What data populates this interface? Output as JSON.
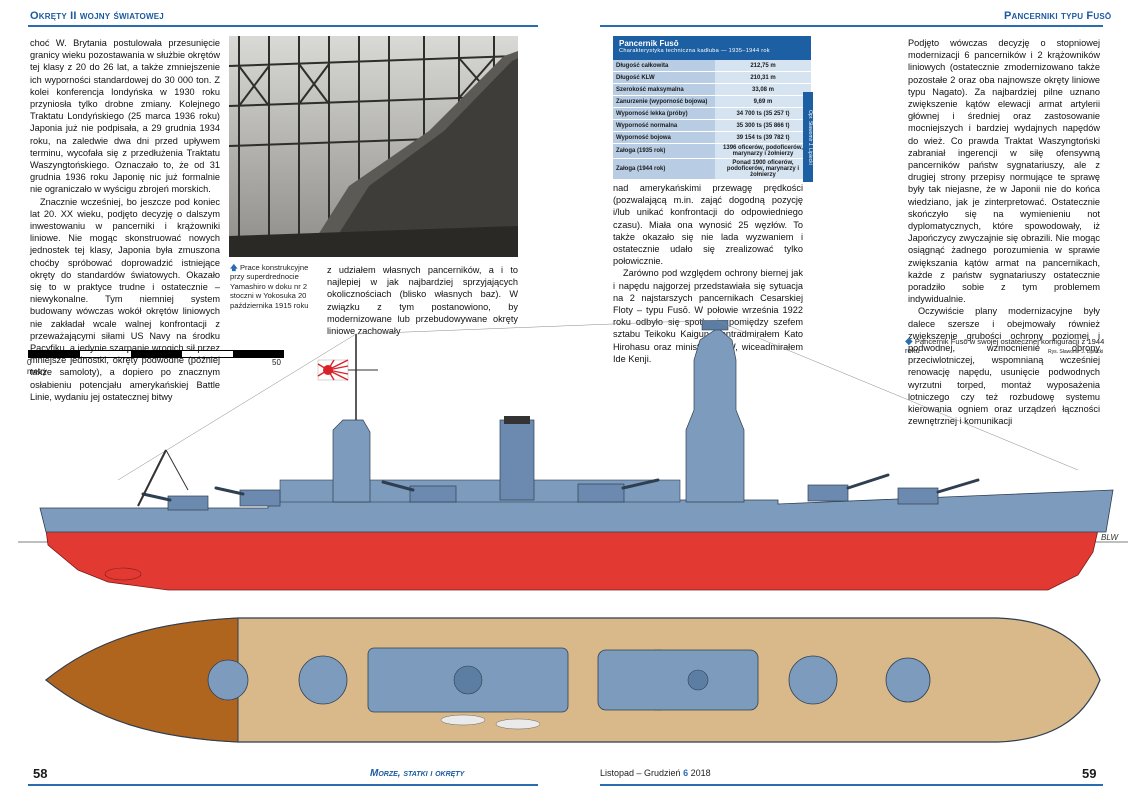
{
  "header": {
    "left_title": "Okręty II wojny światowej",
    "right_title": "Pancerniki typu Fusō"
  },
  "col1": {
    "paragraphs": [
      "choć W. Brytania postulowała przesunięcie granicy wieku pozostawania w służbie okrętów tej klasy z 20 do 26 lat, a także zmniejszenie ich wyporności standardowej do 30 000 ton. Z kolei konferencja londyńska w 1930 roku przyniosła tylko drobne zmiany. Kolejnego Traktatu Londyńskiego (25 marca 1936 roku) Japonia już nie podpisała, a 29 grudnia 1934 roku, na zaledwie dwa dni przed upływem terminu, wycofała się z przedłużenia Traktatu Waszyngtońskiego. Oznaczało to, że od 31 grudnia 1936 roku Japonię nic już formalnie nie ograniczało w wyścigu zbrojeń morskich.",
      "Znacznie wcześniej, bo jeszcze pod koniec lat 20. XX wieku, podjęto decyzję o dalszym inwestowaniu w pancerniki i krążowniki liniowe. Nie mogąc skonstruować nowych jednostek tej klasy, Japonia była zmuszona choćby spróbować doprowadzić istniejące okręty do standardów światowych. Okazało się to w praktyce trudne i ostatecznie – niewykonalne. Tym niemniej system budowany wówczas wokół okrętów liniowych nie zakładał wcale walnej konfrontacji z przeważającymi siłami US Navy na środku Pacyfiku, a jedynie szarpanie wrogich sił przez mniejsze jednostki, okręty podwodne (później także samoloty), a dopiero po znacznym osłabieniu potencjału amerykańskiej Battle Linie, wydaniu jej ostatecznej bitwy"
    ]
  },
  "photo_caption": "Prace konstrukcyjne przy superdrednocie Yamashiro w doku nr 2 stoczni w Yokosuka 20 października 1915 roku",
  "col2": {
    "text": "z udziałem własnych pancerników, a i to najlepiej w jak najbardziej sprzyjających okolicznościach (blisko własnych baz). W związku z tym postanowiono, by modernizowane lub przebudowywane okręty liniowe zachowały"
  },
  "spec": {
    "title": "Pancernik Fusō",
    "subtitle": "Charakterystyka techniczna kadłuba — 1935–1944 rok",
    "rows": [
      {
        "k": "Długość całkowita",
        "v": "212,75 m"
      },
      {
        "k": "Długość KLW",
        "v": "210,31 m"
      },
      {
        "k": "Szerokość maksymalna",
        "v": "33,08 m"
      },
      {
        "k": "Zanurzenie (wyporność bojowa)",
        "v": "9,69 m"
      },
      {
        "k": "Wyporność lekka (próby)",
        "v": "34 700 ts (35 257 t)"
      },
      {
        "k": "Wyporność normalna",
        "v": "35 300 ts (35 866 t)"
      },
      {
        "k": "Wyporność bojowa",
        "v": "39 154 ts (39 782 t)"
      },
      {
        "k": "Załoga (1935 rok)",
        "v": "1396 oficerów, podoficerów, marynarzy i żołnierzy"
      },
      {
        "k": "Załoga (1944 rok)",
        "v": "Ponad 1900 oficerów, podoficerów, marynarzy i żołnierzy"
      }
    ],
    "side_credit": "Opr. Sławomir J. Lipiecki"
  },
  "col3": {
    "paragraphs": [
      "nad amerykańskimi przewagę prędkości (pozwalającą m.in. zająć dogodną pozycję i/lub unikać konfrontacji do odpowiedniego czasu). Miała ona wynosić 25 węzłów. To także okazało się nie lada wyzwaniem i ostatecznie udało się zrealizować tylko połowicznie.",
      "Zarówno pod względem ochrony biernej jak i napędu najgorzej przedstawiała się sytuacja na 2 najstarszych pancernikach Cesarskiej Floty – typu Fusō. W połowie września 1922 roku odbyło się spotkanie pomiędzy szefem sztabu Teikoku Kaigun, kontradmirałem Kato Hirohasu oraz ministrem MW, wiceadmirałem Ide Kenji."
    ]
  },
  "col4": {
    "paragraphs": [
      "Podjęto wówczas decyzję o stopniowej modernizacji 6 pancerników i 2 krążowników liniowych (ostatecznie zmodernizowano także pozostałe 2 oraz oba najnowsze okręty liniowe typu Nagato). Za najbardziej pilne uznano zwiększenie kątów elewacji armat artylerii głównej i średniej oraz zastosowanie mocniejszych i bardziej wydajnych napędów do wież. Co prawda Traktat Waszyngtoński zabraniał ingerencji w siłę ofensywną pancerników państw sygnatariuszy, ale z drugiej strony przepisy normujące te sprawę były tak niejasne, że w Japonii nie do końca wiedziano, jak je zinterpretować. Ostatecznie skończyło się na wymienieniu not dyplomatycznych, które spowodowały, iż Japończycy zwyczajnie się obrazili. Nie mogąc osiągnąć żadnego porozumienia w sprawie zwiększania kątów armat na pancernikach, każde z państw sygnatariuszy ostatecznie poradziło sobie z tym problemem indywidualnie.",
      "Oczywiście plany modernizacyjne były dalece szersze i obejmowały również zwiększenie grubości ochrony poziomej i podwodnej, wzmocnienie obrony przeciwlotniczej, wspomnianą wcześniej renowację napędu, usunięcie podwodnych wyrzutni torped, montaż wyposażenia lotniczego czy też rozbudowę systemu kierowania ogniem oraz urządzeń łączności zewnętrznej i komunikacji"
    ]
  },
  "drawing": {
    "caption": "Pancernik Fusō w swojej ostatecznej konfiguracji z 1944 roku",
    "credit": "Rys. Sławomir J. Lipiecki",
    "scale_start": "0",
    "scale_end": "50",
    "scale_unit": "metry",
    "waterline_label": "BLW"
  },
  "footer": {
    "left_page": "58",
    "right_page": "59",
    "magazine": "Morze, statki i okręty",
    "issue": "Listopad – Grudzień",
    "issue_num": "6",
    "year": "2018"
  },
  "colors": {
    "accent": "#2a6cb0",
    "hull_grey": "#7d9bbd",
    "hull_red": "#e23a33",
    "deck_wood": "#d9b98a",
    "bow_wood": "#b0651e"
  }
}
